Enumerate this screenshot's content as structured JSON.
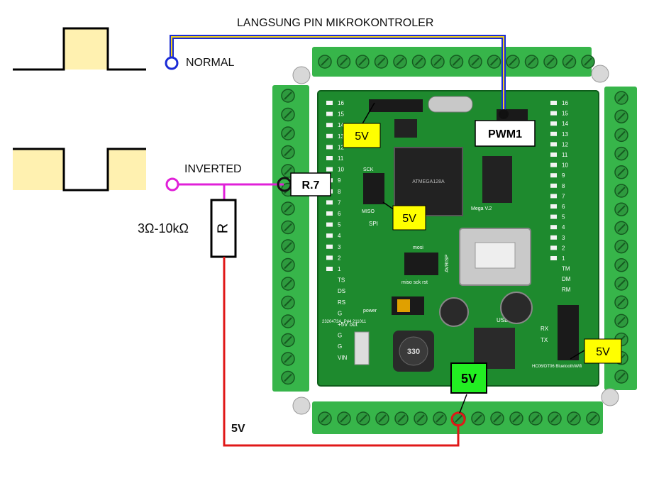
{
  "header": {
    "title": "LANGSUNG PIN MIKROKONTROLER"
  },
  "signals": {
    "normal_label": "NORMAL",
    "inverted_label": "INVERTED"
  },
  "resistor": {
    "symbol": "R",
    "value_label": "3Ω-10kΩ"
  },
  "pins": {
    "r7_label": "R.7",
    "pwm1_label": "PWM1"
  },
  "callouts": {
    "v5_top": "5V",
    "v5_spi": "5V",
    "v5_right": "5V",
    "v5_power": "5V",
    "v5_wire": "5V"
  },
  "board": {
    "left_pins": [
      "16",
      "15",
      "14",
      "13",
      "12",
      "11",
      "10",
      "9",
      "8",
      "7",
      "6",
      "5",
      "4",
      "3",
      "2",
      "1",
      "TS",
      "DS",
      "RS",
      "G",
      "+5V out",
      "G",
      "G",
      "VIN"
    ],
    "right_pins": [
      "16",
      "15",
      "14",
      "13",
      "12",
      "11",
      "10",
      "9",
      "8",
      "7",
      "6",
      "5",
      "4",
      "3",
      "2",
      "1",
      "TM",
      "DM",
      "RM"
    ],
    "chip_text": "ATMEGA128A",
    "spi_label": "SPI",
    "sck_label": "SCK",
    "miso_label": "MISO",
    "mosi_label": "mosi",
    "avrisp_label": "AVRISP",
    "isp_pins_label": "miso sck rst",
    "power_label": "power",
    "usb_label": "USB",
    "mega_label": "Mega V.2",
    "bt_label": "HC06/DT06 Bluetooth/Wifi",
    "board_id": "2320473A_P44 211011",
    "inductor_label": "330",
    "rx_label": "RX",
    "tx_label": "TX"
  },
  "colors": {
    "normal_wire": "#1a2bd6",
    "normal_wire_inner": "#f2d21a",
    "inverted_wire": "#e020d8",
    "power_wire": "#e01818",
    "callout_fill": "#ffff00",
    "power_callout_fill": "#22ee22",
    "waveform_fill": "#fff1b0",
    "board_green": "#1e8a2e",
    "terminal_green": "#37b54a"
  }
}
